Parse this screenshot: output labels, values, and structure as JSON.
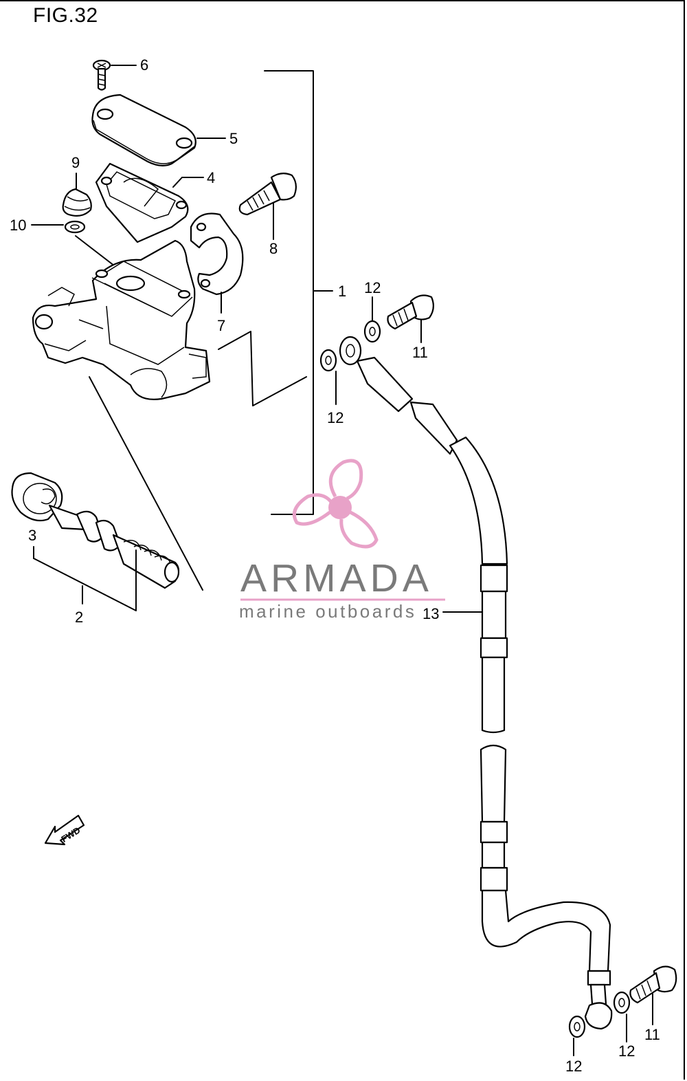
{
  "figure": {
    "title": "FIG.32"
  },
  "callouts": [
    {
      "id": "c1",
      "text": "1"
    },
    {
      "id": "c2",
      "text": "2"
    },
    {
      "id": "c3",
      "text": "3"
    },
    {
      "id": "c4",
      "text": "4"
    },
    {
      "id": "c5",
      "text": "5"
    },
    {
      "id": "c6",
      "text": "6"
    },
    {
      "id": "c7",
      "text": "7"
    },
    {
      "id": "c8",
      "text": "8"
    },
    {
      "id": "c9",
      "text": "9"
    },
    {
      "id": "c10",
      "text": "10"
    },
    {
      "id": "c11a",
      "text": "11"
    },
    {
      "id": "c11b",
      "text": "11"
    },
    {
      "id": "c12a",
      "text": "12"
    },
    {
      "id": "c12b",
      "text": "12"
    },
    {
      "id": "c12c",
      "text": "12"
    },
    {
      "id": "c12d",
      "text": "12"
    },
    {
      "id": "c13",
      "text": "13"
    }
  ],
  "fwd_arrow": {
    "label": "FWD"
  },
  "watermark": {
    "brand": "ARMADA",
    "tagline": "marine outboards",
    "colors": {
      "logo": "#e8a2c8",
      "text": "#7a7a7a",
      "rule": "#e8a2c8"
    },
    "icon": "propeller-logo-icon"
  }
}
